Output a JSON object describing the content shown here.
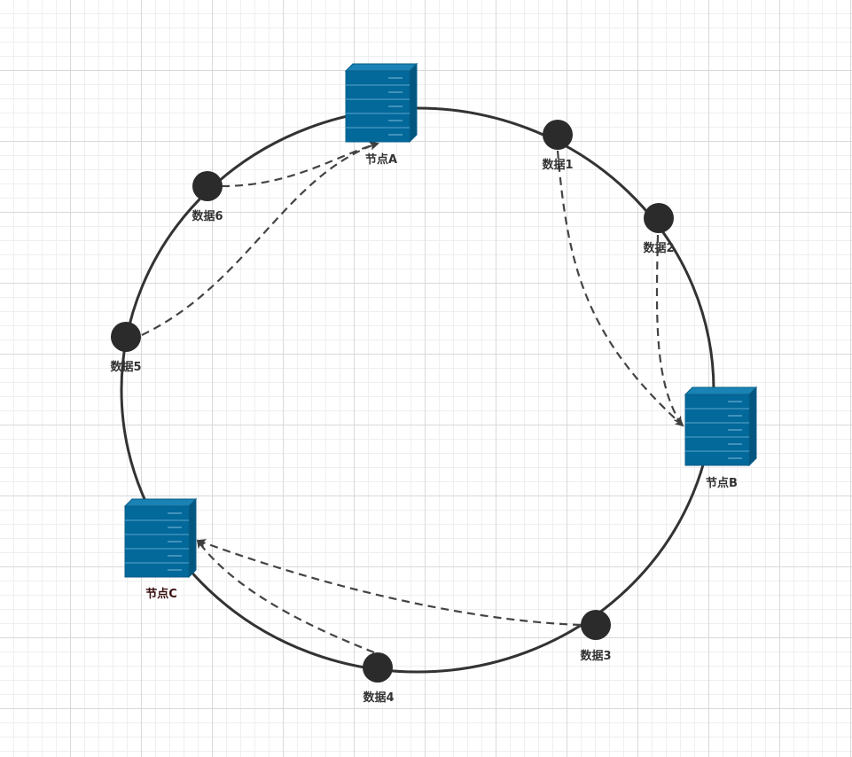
{
  "nodes": [
    {
      "id": "A",
      "label": "节点A"
    },
    {
      "id": "B",
      "label": "节点B"
    },
    {
      "id": "C",
      "label": "节点C"
    }
  ],
  "data_points": [
    {
      "id": 1,
      "label": "数据1",
      "maps_to": "B"
    },
    {
      "id": 2,
      "label": "数据2",
      "maps_to": "B"
    },
    {
      "id": 3,
      "label": "数据3",
      "maps_to": "C"
    },
    {
      "id": 4,
      "label": "数据4",
      "maps_to": "C"
    },
    {
      "id": 5,
      "label": "数据5",
      "maps_to": "A"
    },
    {
      "id": 6,
      "label": "数据6",
      "maps_to": "A"
    }
  ],
  "colors": {
    "ring": "#333333",
    "server_front": "#03689a",
    "server_side": "#02567f",
    "server_top": "#1a82b4",
    "data_dot": "#2b2b2b",
    "arrow": "#444444"
  }
}
